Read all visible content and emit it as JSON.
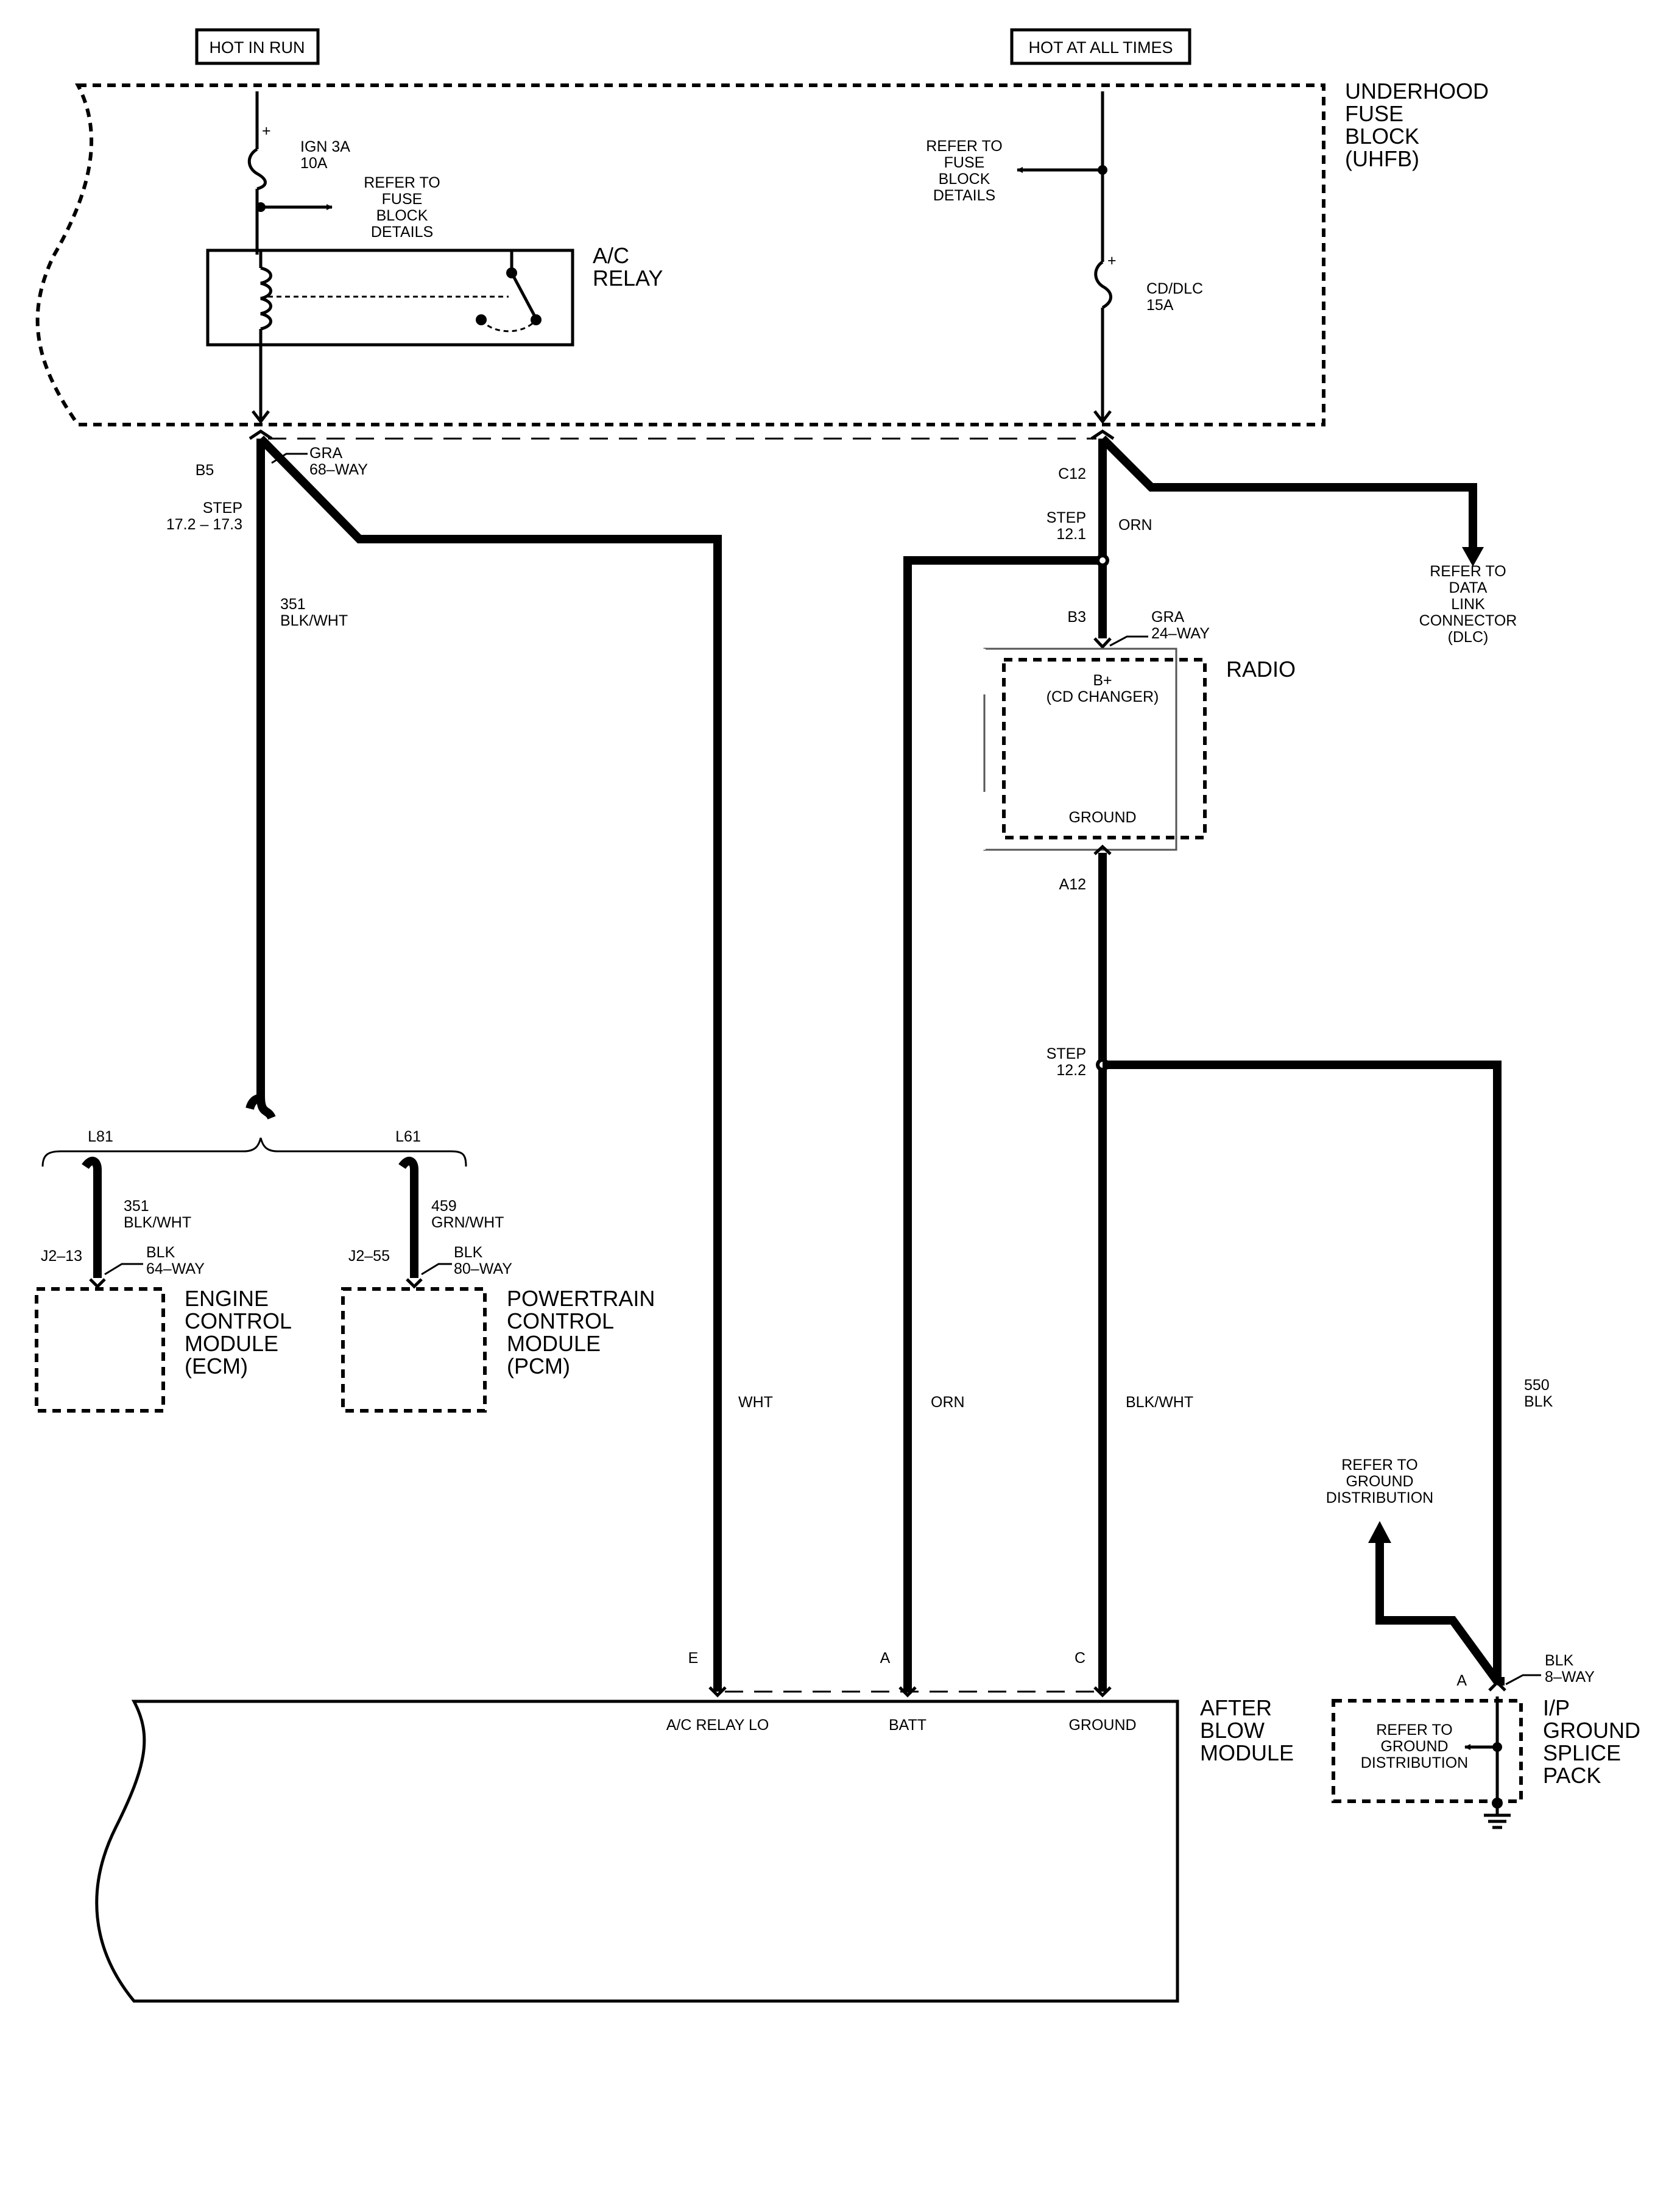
{
  "headers": {
    "hot_in_run": "HOT IN RUN",
    "hot_at_all_times": "HOT AT ALL TIMES"
  },
  "fuse_block": {
    "name_1": "UNDERHOOD",
    "name_2": "FUSE",
    "name_3": "BLOCK",
    "name_4": "(UHFB)",
    "fuse_ign_name": "IGN 3A",
    "fuse_ign_rating": "10A",
    "fuse_cd_name": "CD/DLC",
    "fuse_cd_rating": "15A",
    "refer_left": [
      "REFER TO",
      "FUSE",
      "BLOCK",
      "DETAILS"
    ],
    "refer_right": [
      "REFER TO",
      "FUSE",
      "BLOCK",
      "DETAILS"
    ]
  },
  "relay": {
    "name_1": "A/C",
    "name_2": "RELAY"
  },
  "left_circuit": {
    "pin": "B5",
    "conn_color": "GRA",
    "conn_way": "68–WAY",
    "step_1": "STEP",
    "step_2": "17.2 – 17.3",
    "wire_num": "351",
    "wire_color": "BLK/WHT",
    "opt_l81": "L81",
    "opt_l61": "L61",
    "ecm_wire_num": "351",
    "ecm_wire_color": "BLK/WHT",
    "ecm_pin": "J2–13",
    "ecm_conn_color": "BLK",
    "ecm_conn_way": "64–WAY",
    "ecm_name": [
      "ENGINE",
      "CONTROL",
      "MODULE",
      "(ECM)"
    ],
    "pcm_wire_num": "459",
    "pcm_wire_color": "GRN/WHT",
    "pcm_pin": "J2–55",
    "pcm_conn_color": "BLK",
    "pcm_conn_way": "80–WAY",
    "pcm_name": [
      "POWERTRAIN",
      "CONTROL",
      "MODULE",
      "(PCM)"
    ]
  },
  "right_circuit": {
    "pin": "C12",
    "step_1": "STEP",
    "step_2": "12.1",
    "wire_color": "ORN",
    "dlc_refer": [
      "REFER TO",
      "DATA",
      "LINK",
      "CONNECTOR",
      "(DLC)"
    ],
    "radio_pin": "B3",
    "radio_conn_color": "GRA",
    "radio_conn_way": "24–WAY",
    "radio_name": "RADIO",
    "radio_b_plus": "B+",
    "radio_cd_changer": "(CD CHANGER)",
    "radio_ground": "GROUND",
    "radio_ground_pin": "A12",
    "step2_1": "STEP",
    "step2_2": "12.2",
    "gnd_wire_num": "550",
    "gnd_wire_color": "BLK"
  },
  "vertical_wires": {
    "wht": "WHT",
    "orn": "ORN",
    "blk_wht": "BLK/WHT"
  },
  "ground_splice": {
    "refer_top": [
      "REFER TO",
      "GROUND",
      "DISTRIBUTION"
    ],
    "pin": "A",
    "conn_color": "BLK",
    "conn_way": "8–WAY",
    "name": [
      "I/P",
      "GROUND",
      "SPLICE",
      "PACK"
    ],
    "refer_inner": [
      "REFER TO",
      "GROUND",
      "DISTRIBUTION"
    ]
  },
  "after_blow": {
    "name": [
      "AFTER",
      "BLOW",
      "MODULE"
    ],
    "pin_e": "E",
    "pin_a": "A",
    "pin_c": "C",
    "label_e": "A/C RELAY LO",
    "label_a": "BATT",
    "label_c": "GROUND"
  }
}
